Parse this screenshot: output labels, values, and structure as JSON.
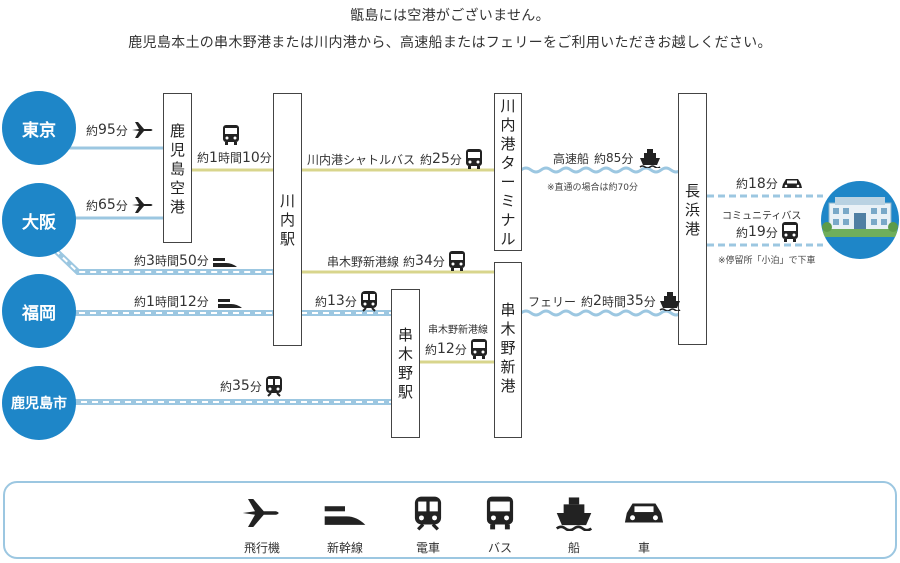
{
  "intro": {
    "line1": "甑島には空港がございません。",
    "line2": "鹿児島本土の串木野港または川内港から、高速船またはフェリーをご利用いただきお越しください。"
  },
  "cities": {
    "tokyo": "東京",
    "osaka": "大阪",
    "fukuoka": "福岡",
    "kagoshima": "鹿児島市"
  },
  "stations": {
    "airport": [
      "鹿",
      "児",
      "島",
      "空",
      "港"
    ],
    "sendai_st": [
      "川",
      "内",
      "駅"
    ],
    "sendai_port": [
      "川",
      "内",
      "港",
      "タ",
      "ー",
      "ミ",
      "ナ",
      "ル"
    ],
    "kushikino_st": [
      "串",
      "木",
      "野",
      "駅"
    ],
    "kushikino_port": [
      "串",
      "木",
      "野",
      "新",
      "港"
    ],
    "nagahama": [
      "長",
      "浜",
      "港"
    ]
  },
  "routes": {
    "tokyo_air": {
      "pre": "約",
      "num": "95",
      "post": "分"
    },
    "osaka_air": {
      "pre": "約",
      "num": "65",
      "post": "分"
    },
    "airport_bus": {
      "pre": "約",
      "num": "1",
      "mid": "時間",
      "num2": "10",
      "post": "分"
    },
    "shuttle": {
      "name": "川内港シャトルバス",
      "pre": "約",
      "num": "25",
      "post": "分"
    },
    "osaka_shinkansen": {
      "pre": "約",
      "num": "3",
      "mid": "時間",
      "num2": "50",
      "post": "分"
    },
    "kushikino_line_bus": {
      "name": "串木野新港線",
      "pre": "約",
      "num": "34",
      "post": "分"
    },
    "fukuoka_shinkansen": {
      "pre": "約",
      "num": "1",
      "mid": "時間",
      "num2": "12",
      "post": "分"
    },
    "train_13": {
      "pre": "約",
      "num": "13",
      "post": "分"
    },
    "kagoshima_train": {
      "pre": "約",
      "num": "35",
      "post": "分"
    },
    "kushikino_bus_12": {
      "name": "串木野新港線",
      "pre": "約",
      "num": "12",
      "post": "分"
    },
    "highspeed": {
      "name": "高速船",
      "pre": "約",
      "num": "85",
      "post": "分",
      "note": "※直通の場合は約70分"
    },
    "ferry": {
      "name": "フェリー",
      "pre": "約",
      "num": "2",
      "mid": "時間",
      "num2": "35",
      "post": "分"
    },
    "car": {
      "pre": "約",
      "num": "18",
      "post": "分"
    },
    "community_bus": {
      "name": "コミュニティバス",
      "pre": "約",
      "num": "19",
      "post": "分",
      "note": "※停留所「小泊」で下車"
    }
  },
  "legend": [
    {
      "icon": "plane-icon",
      "label": "飛行機"
    },
    {
      "icon": "shinkansen-icon",
      "label": "新幹線"
    },
    {
      "icon": "train-icon",
      "label": "電車"
    },
    {
      "icon": "bus-icon",
      "label": "バス"
    },
    {
      "icon": "ship-icon",
      "label": "船"
    },
    {
      "icon": "car-icon",
      "label": "車"
    }
  ],
  "colors": {
    "city": "#1e86c8",
    "air": "#9cc7e1",
    "bus": "#d8d58c",
    "rail": "#9cc7e1",
    "sea": "#9cc7e1",
    "accent": "#222222"
  }
}
